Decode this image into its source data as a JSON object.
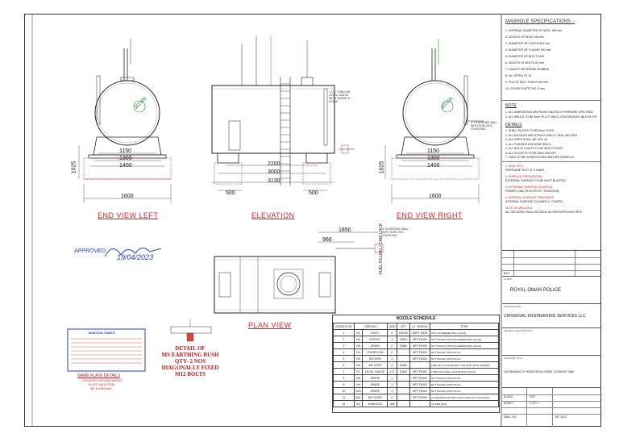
{
  "views": {
    "end_left": "END VIEW LEFT",
    "elevation": "ELEVATION",
    "end_right": "END VIEW RIGHT",
    "plan": "PLAN VIEW"
  },
  "dims": {
    "d1150_l": "1150",
    "d1300_l": "1300",
    "d1400_l": "1400",
    "d1600_l": "1600",
    "d1150_r": "1150",
    "d1300_r": "1300",
    "d1400_r": "1400",
    "d1600_r": "1600",
    "d2200": "2200",
    "d3000": "3000",
    "d3130": "3130",
    "d500_a": "500",
    "d500_b": "500",
    "d1850": "1850",
    "d966": "966",
    "d1025_l": "1025",
    "d1025_r": "1025",
    "dia_l": "Ø1500",
    "dia_r": "Ø1500"
  },
  "approval": {
    "signature": "APPROVED",
    "date": "19/04/2023"
  },
  "name_plate": {
    "title": "NAME PLATE DETAILS",
    "line1": "LOCATION:-ON TANK SADDLE",
    "line2": "PLATE: MILD STEEL",
    "line3": "DK: ALUMINIUM",
    "header": "MAZOON TANKS"
  },
  "earthing": {
    "l1": "DETAIL OF",
    "l2": "MS EARTHING BUSH",
    "l3": "QTY- 2 NOS",
    "l4": "DIAGONALLY FIXED",
    "l5": "M12 BOLTS"
  },
  "callouts": {
    "screened_ball_r": "4\" SCREENED BALL WITH SURLOCK COUPLING",
    "screened_ball_plan": "4\" SCREENED BALL WITH SURLOCK COUPLING",
    "fuel_filling": "FUEL FILLING / CAM LOCK",
    "level_gauge": "1 1/2\" TUBULAR LEVEL GAUGE WITH GUARD & SCALE"
  },
  "nozzle": {
    "title": "NOZZLE SCHEDULE",
    "headers": [
      "NOZZLE NO",
      "SERVICE",
      "SIZE",
      "QTY",
      "CL. RATING",
      "TYPE"
    ],
    "rows": [
      [
        "1",
        "N1",
        "INLET",
        "4\"",
        "DN100",
        "BSPT M100",
        "WITH SCREENED BALL VALVE"
      ],
      [
        "2",
        "N2",
        "OUTLET",
        "1\"",
        "DN25",
        "NPT F6000",
        "NPT SOCKET WITH SCREWED BALL VALVE"
      ],
      [
        "3",
        "N3",
        "DRAIN",
        "2\"",
        "DN50",
        "NPT F6000",
        "NPT SOCKET WITH SCREWED BALL VALVE"
      ],
      [
        "4",
        "N4",
        "OVERFLOW",
        "2\"",
        "-",
        "NPT F6000",
        "NPT SOCKET WITH PLUG"
      ],
      [
        "5",
        "N5",
        "RETURN",
        "1\"",
        "-",
        "NPT F6000",
        "NPT SOCKET WITH PLUG"
      ],
      [
        "6",
        "N6",
        "AIR VENT",
        "2\"",
        "DN50",
        "-",
        "PIPE WITH GOOSE NECK AIR VENT WITH SCREEN"
      ],
      [
        "7",
        "N7",
        "LEVEL GAUGE",
        "1.5\"",
        "DN40",
        "NPT F6000",
        "TUBULAR LEVEL GAUGE WITH SCALE"
      ],
      [
        "8",
        "N8",
        "SPARE",
        "1\"",
        "-",
        "NPT F6000",
        "NPT SOCKET WITH PLUG"
      ],
      [
        "9",
        "N9",
        "SPARE",
        "1\"",
        "-",
        "NPT F6000",
        "NPT SOCKET WITH PLUG"
      ],
      [
        "10",
        "N10",
        "SPARE",
        "1\"",
        "-",
        "NPT F6000",
        "NPT SOCKET WITH PLUG"
      ],
      [
        "11",
        "N11",
        "DIP STICK",
        "2\"",
        "-",
        "NPT F6000",
        "ALUMINIUM DIP STICK WITH SURLOCK COUPLING"
      ],
      [
        "12",
        "M1",
        "MANHOLE",
        "450",
        "-",
        "-",
        "AS PER DWG"
      ]
    ]
  },
  "manhole": {
    "title": "MANHOLE SPECIFICATIONS :-",
    "lines": [
      "1. INTERNAL DIAMETER OF NECK   450 mm",
      "2. LENGTH OF NECK             150 mm",
      "3. DIAMETER OF COVER          600 mm",
      "4. DIAMETER OF FLANGE         600 mm",
      "5. DIAMETER OF BOLTS          M16",
      "6. LENGTH OF BOLTS            50 mm",
      "7. GASKET                     NEOPRENE RUBBER",
      "8. No. OF BOLTS               16",
      "9. PCD OF BOLT HOLES          540 mm",
      "10. COVER PLATE THK.          8 mm"
    ]
  },
  "notes": {
    "title": "NOTE",
    "lines": [
      "1. ALL DIMENSIONS ARE IN mm UNLESS OTHERWISE SPECIFIED.",
      "2. ALL WELDS TO BE 6mm FILLET WELD CONTINUOUS UNLESS OTHERWISE SPECIFIED."
    ]
  },
  "details": {
    "title": "DETAILS",
    "lines": [
      "1. SHELL PLATES TO BE 6mm THICK.",
      "2. ALL NOZZLES ARE STRUCTURALLY SEAL WELDED.",
      "3. ALL PIPES SHALL BE SCH 40.",
      "4. ALL FLANGES ARE ASME B16.5.",
      "5. ALL BOLTS & NUTS TO BE ZINC PLATED.",
      "6. ALL SOCKETS TO BE 3000 LBS NPT.",
      "7. TANK TO BE HYDROTESTED BEFORE DISPATCH."
    ]
  },
  "paint": {
    "sec1": "1. SEAL TEST",
    "sec1_line": "PRESSURE TEST AT 0.5 BAR",
    "sec2": "2. SURFACE PREPARATION",
    "sec2_line": "EXTERNAL SURFACE TO BE SHOT BLASTED",
    "sec3": "3. EXTERNAL PAINTING (COATING)",
    "sec3_line": "PRIMER: ZINC RICH EPOXY 75 MICRON",
    "sec4": "4. INTERNAL SURFACE TREATMENT",
    "sec4_line": "INTERNAL SURFACE CLEANED & COATED",
    "sec5": "NOTE ON WELDING",
    "sec5_line": "ALL WELDING SHALL BE DONE AS PER APPROVED WPS"
  },
  "title_block": {
    "rev_label": "REV",
    "client_label": "CLIENT",
    "client": "ROYAL OMAN POLICE",
    "contractor_label": "CONTRACTOR",
    "contractor": "UNIVERSAL ENGINEERING SERVICES LLC",
    "project_label": "PROJECT DESCRIPTION",
    "title_label": "DRAWING TITLE",
    "title": "GA DRAWING OF HORIZONTAL DIESEL STORAGE TANK",
    "scale_label": "SCALE",
    "scale": "NTS",
    "sheet_label": "SHEET",
    "sheet": "1 OF 1",
    "dwg_label": "DWG. NO.",
    "dwg": "MT-2023"
  }
}
